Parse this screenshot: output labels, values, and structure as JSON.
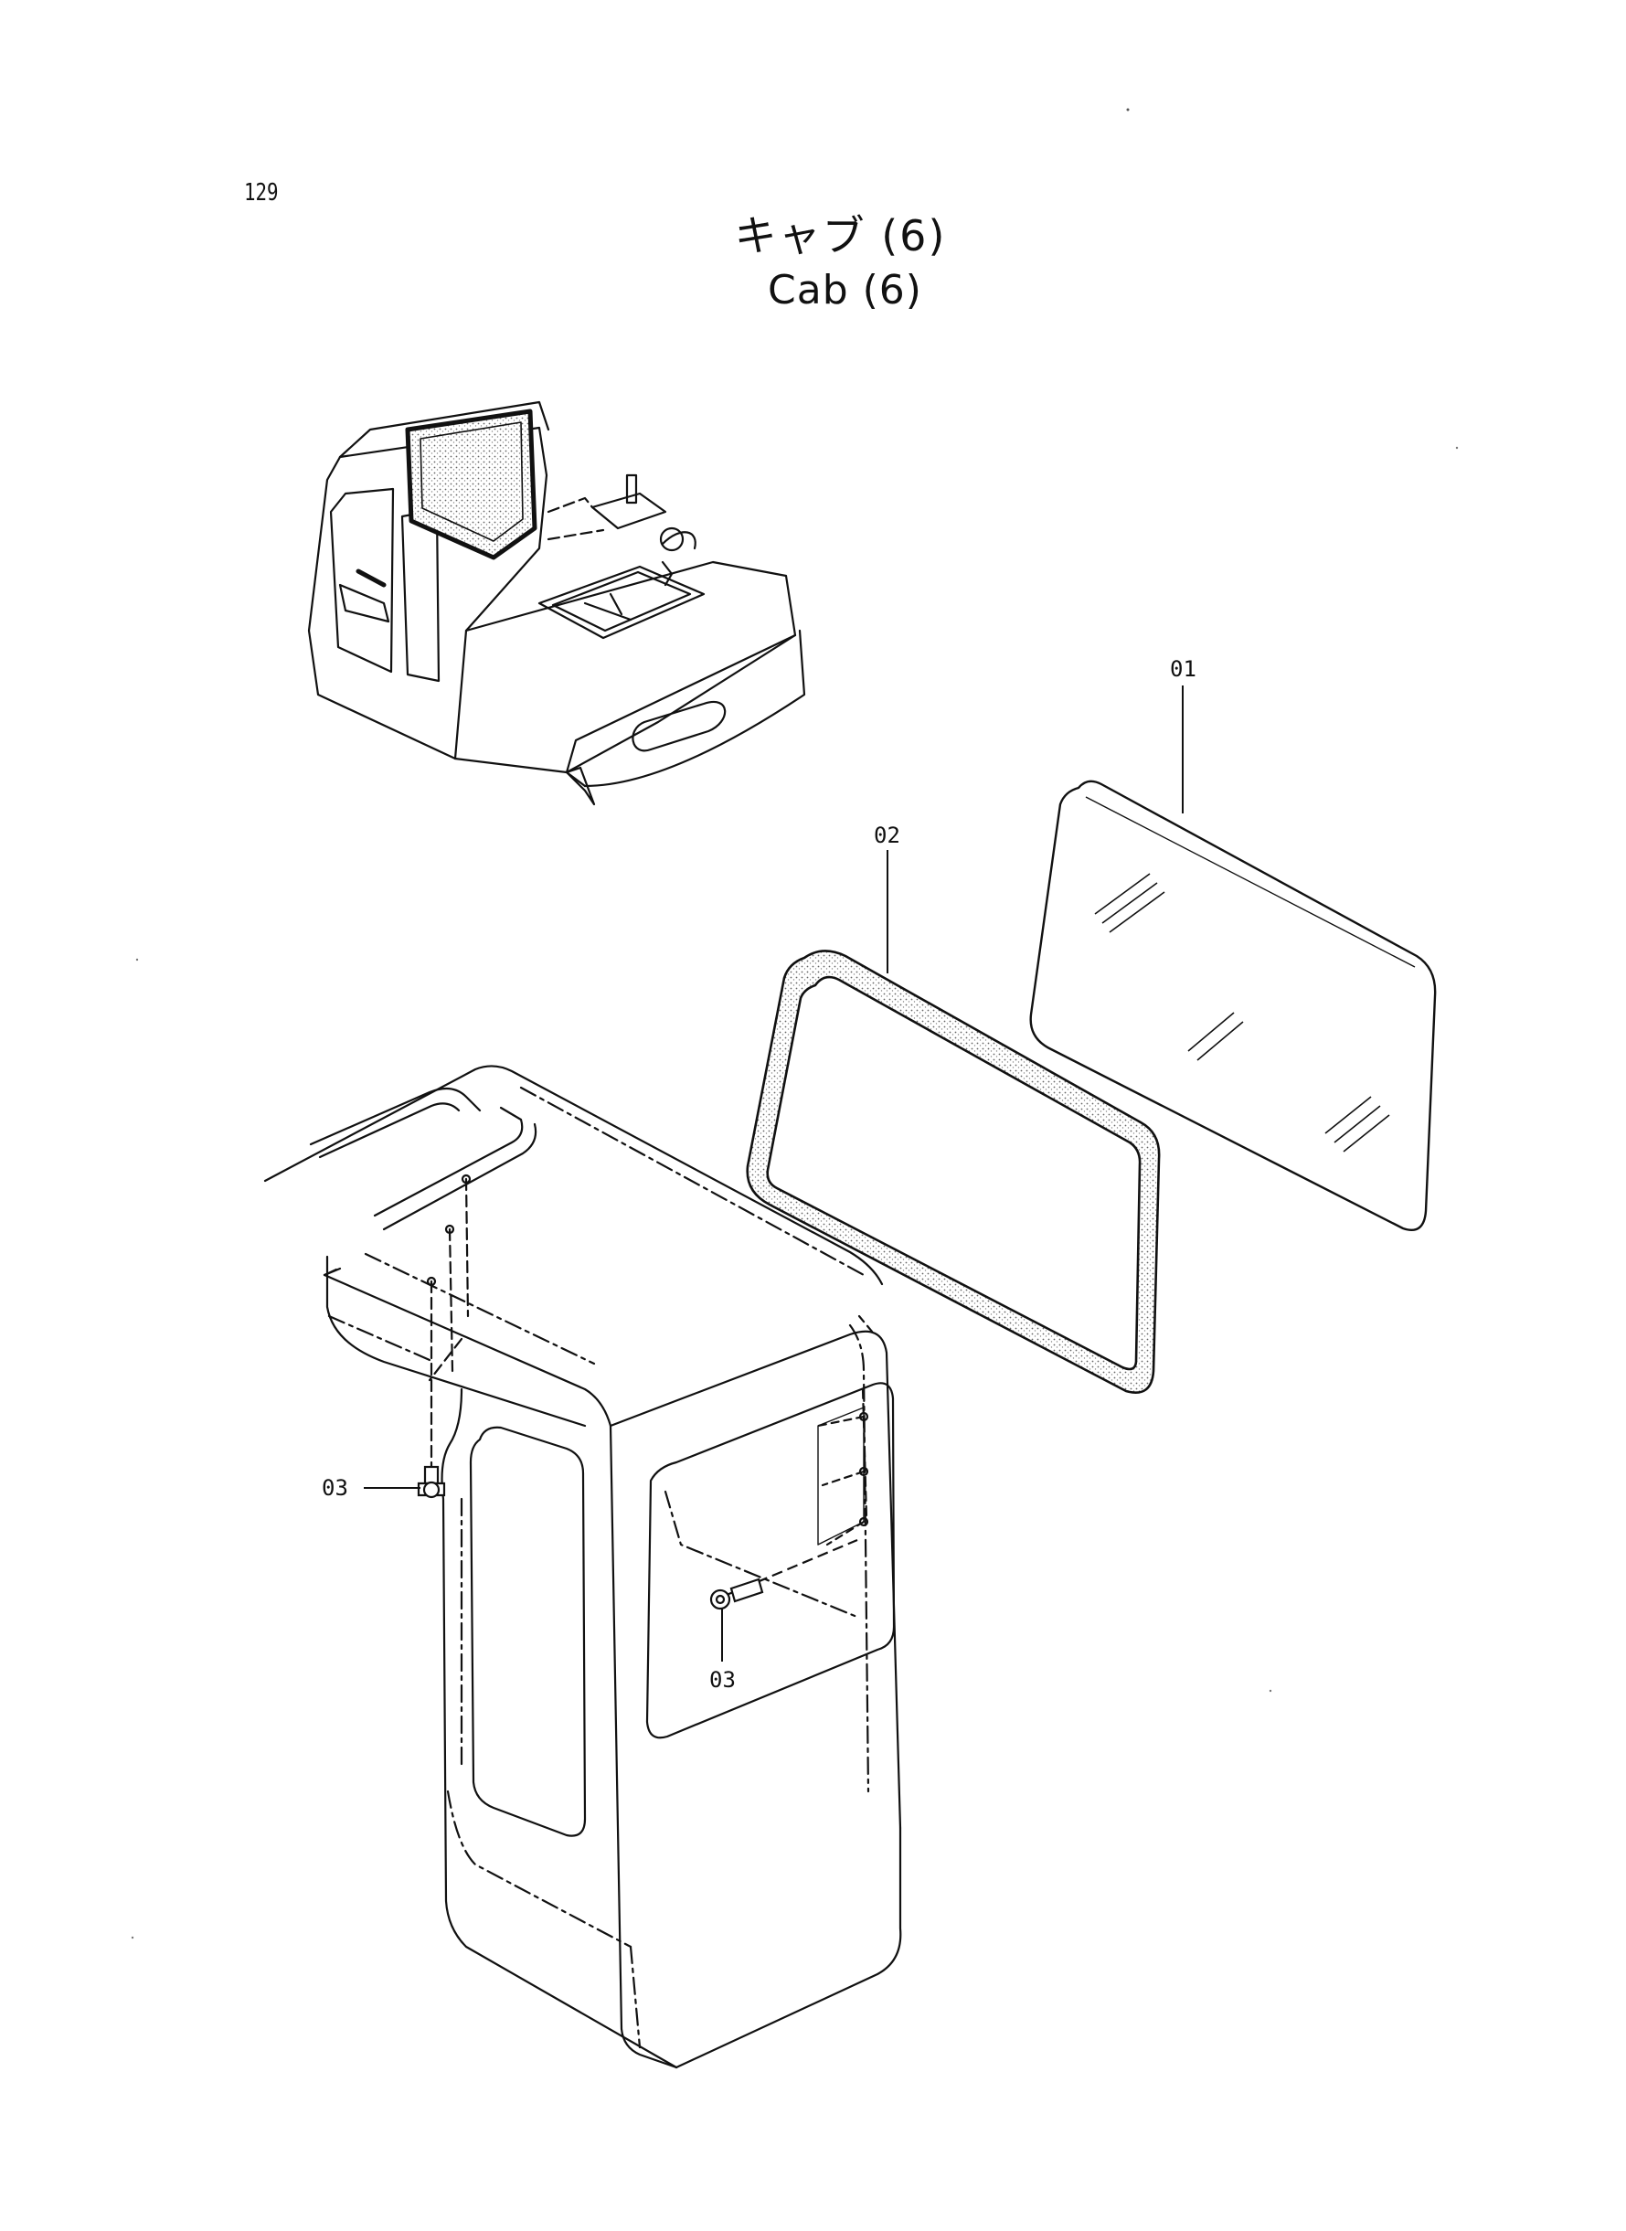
{
  "page": {
    "number": "129",
    "title_ja": "キャブ (6)",
    "title_en": "Cab (6)"
  },
  "callouts": [
    {
      "id": "01",
      "text": "01"
    },
    {
      "id": "02",
      "text": "02"
    },
    {
      "id": "03a",
      "text": "03"
    },
    {
      "id": "03b",
      "text": "03"
    }
  ],
  "colors": {
    "ink": "#111111",
    "stipple": "#9a9a9a"
  }
}
